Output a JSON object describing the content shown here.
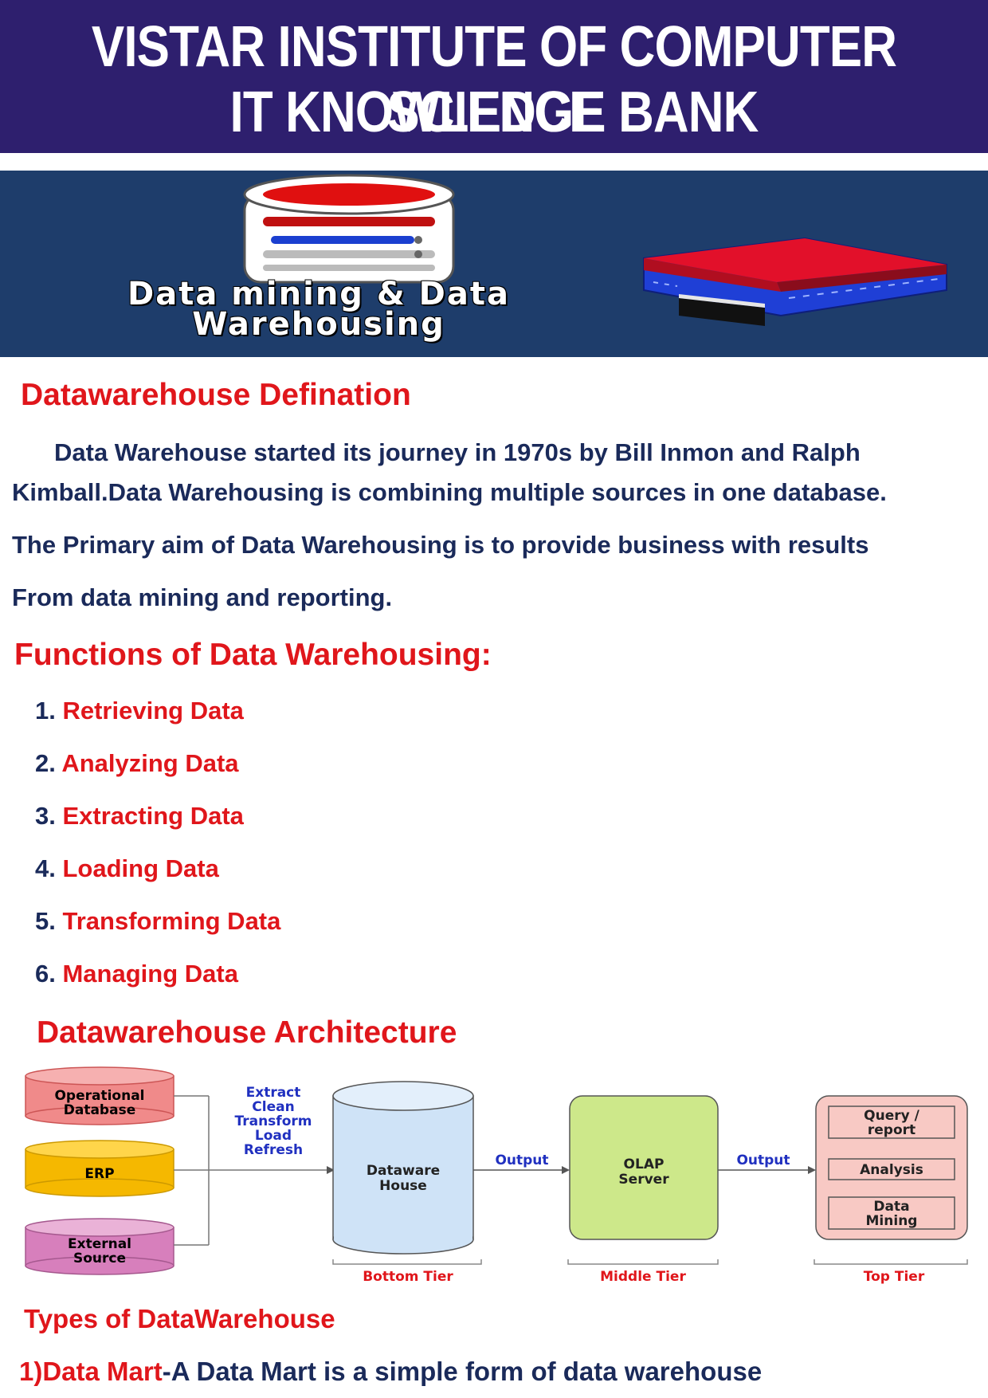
{
  "header": {
    "line1": "VISTAR INSTITUTE OF COMPUTER SCIENCE",
    "line2": "IT KNOWLEDGE BANK"
  },
  "banner": {
    "title_line1": "Data mining & Data",
    "title_line2": "Warehousing"
  },
  "definition": {
    "heading": "Datawarehouse Defination",
    "p1_line1": "Data Warehouse started its journey in 1970s by Bill Inmon and Ralph",
    "p1_line2": "Kimball.Data Warehousing is combining multiple sources in one database.",
    "p2": "The Primary aim of Data Warehousing is to provide business with results",
    "p3": "From data mining and reporting."
  },
  "functions": {
    "heading": "Functions of Data Warehousing:",
    "items": [
      {
        "num": "1.",
        "label": "Retrieving Data"
      },
      {
        "num": "2.",
        "label": "Analyzing Data"
      },
      {
        "num": "3.",
        "label": "Extracting Data"
      },
      {
        "num": "4.",
        "label": "Loading Data"
      },
      {
        "num": "5.",
        "label": "Transforming Data"
      },
      {
        "num": "6.",
        "label": "Managing Data"
      }
    ]
  },
  "architecture": {
    "heading": "Datawarehouse Architecture",
    "sources": {
      "operational_l1": "Operational",
      "operational_l2": "Database",
      "erp": "ERP",
      "external_l1": "External",
      "external_l2": "Source"
    },
    "etl": {
      "l1": "Extract",
      "l2": "Clean",
      "l3": "Transform",
      "l4": "Load",
      "l5": "Refresh"
    },
    "warehouse_l1": "Dataware",
    "warehouse_l2": "House",
    "output1": "Output",
    "olap_l1": "OLAP",
    "olap_l2": "Server",
    "output2": "Output",
    "query_l1": "Query /",
    "query_l2": "report",
    "analysis": "Analysis",
    "mining_l1": "Data",
    "mining_l2": "Mining",
    "bottom_tier": "Bottom Tier",
    "middle_tier": "Middle Tier",
    "top_tier": "Top Tier"
  },
  "types": {
    "heading": "Types of DataWarehouse",
    "item1_prefix": "1)Data Mart",
    "item1_text": "-A Data Mart is a simple form of data warehouse"
  },
  "colors": {
    "header_bg": "#2e1f6e",
    "banner_bg": "#1e3d6b",
    "heading_red": "#e0161b",
    "body_navy": "#1a2a5a"
  }
}
